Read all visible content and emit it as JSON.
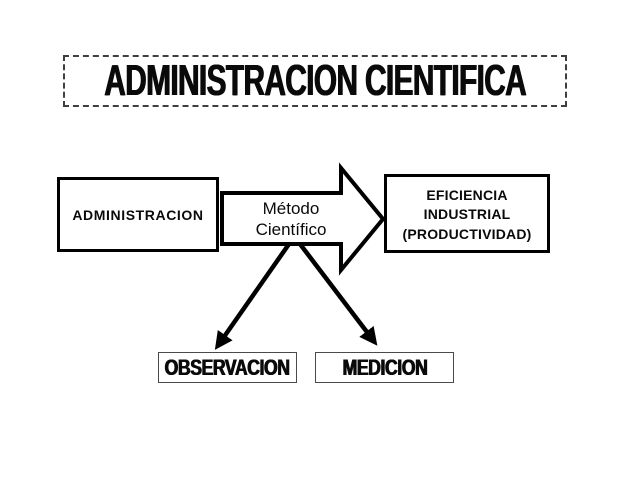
{
  "title": {
    "text": "ADMINISTRACION CIENTIFICA"
  },
  "diagram": {
    "left_box": {
      "label": "ADMINISTRACION"
    },
    "arrow": {
      "line1": "Método",
      "line2": "Científico"
    },
    "right_box": {
      "line1": "EFICIENCIA",
      "line2": "INDUSTRIAL",
      "line3": "(PRODUCTIVIDAD)"
    },
    "bottom_left_box": {
      "label": "OBSERVACION"
    },
    "bottom_right_box": {
      "label": "MEDICION"
    }
  },
  "colors": {
    "background": "#ffffff",
    "shape_stroke": "#000000",
    "text": "#0a0a0a",
    "small_box_border": "#4a4a4a",
    "dashed_border": "#3f3f3f"
  }
}
